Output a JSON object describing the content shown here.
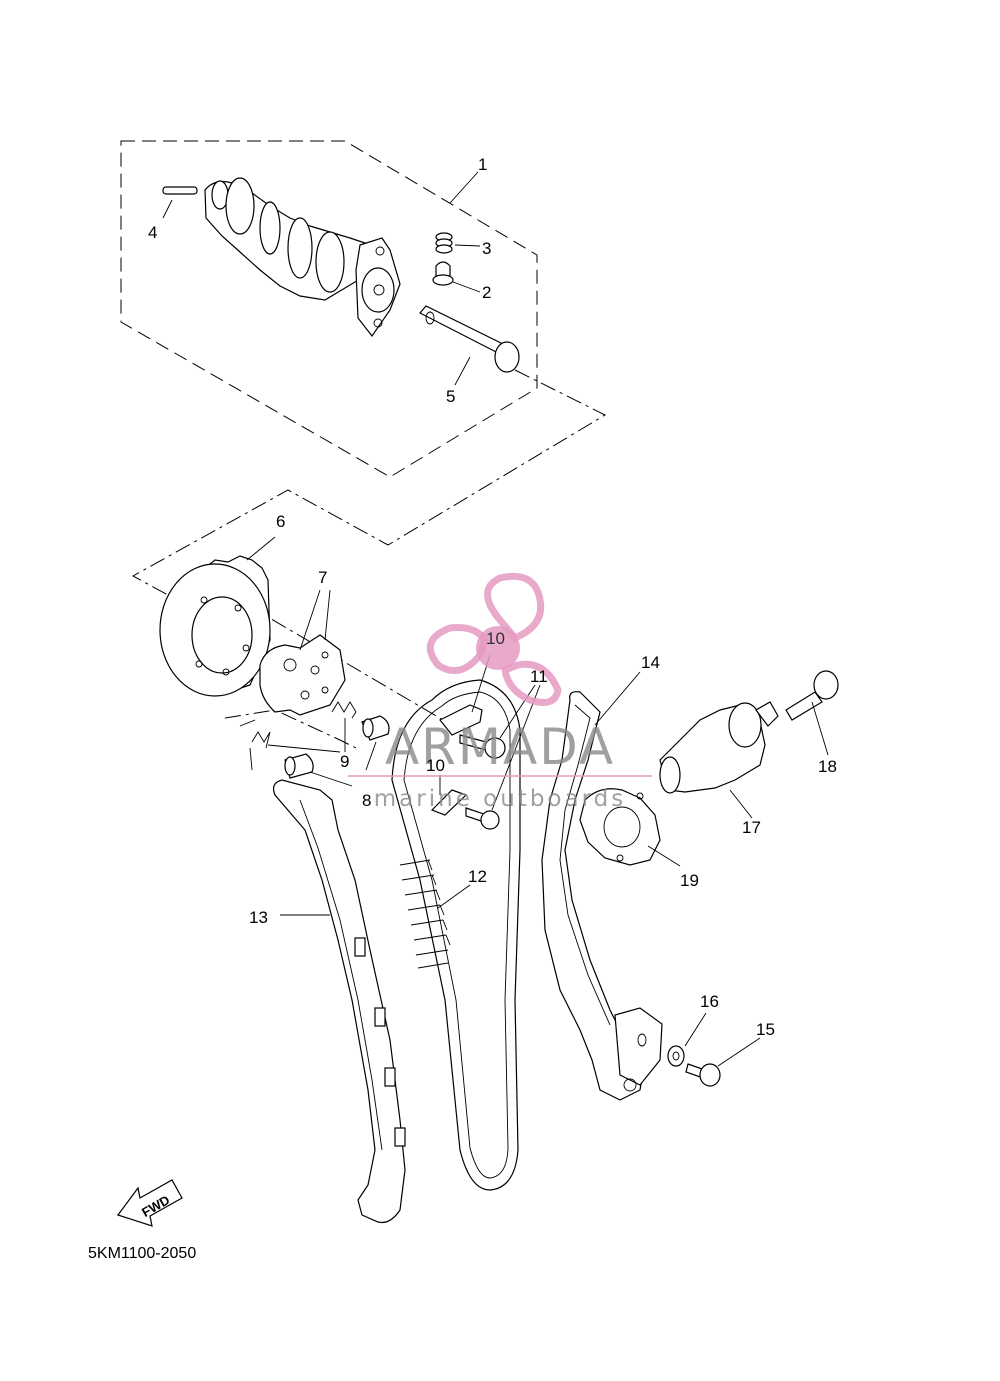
{
  "diagram_code": "5KM1100-2050",
  "fwd_label": "FWD",
  "watermark": {
    "brand": "ARMADA",
    "tagline": "marine outboards",
    "primary_color": "#e59ac2",
    "text_color": "#888888"
  },
  "callouts": [
    "1",
    "2",
    "3",
    "4",
    "5",
    "6",
    "7",
    "8",
    "9",
    "10",
    "10",
    "11",
    "12",
    "13",
    "14",
    "15",
    "16",
    "17",
    "18",
    "19"
  ]
}
